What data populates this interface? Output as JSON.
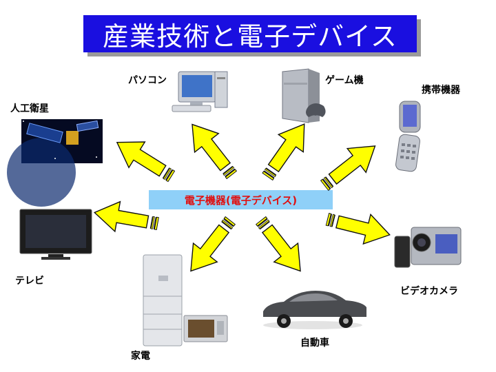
{
  "title": "産業技術と電子デバイス",
  "center_label": "電子機器(電子デバイス)",
  "devices": {
    "satellite": "人工衛星",
    "pc": "パソコン",
    "game": "ゲーム機",
    "phone": "携帯機器",
    "tv": "テレビ",
    "appliance": "家電",
    "car": "自動車",
    "camera": "ビデオカメラ"
  },
  "colors": {
    "title_bg": "#1a0fe0",
    "center_bg": "#8fd0f8",
    "center_text": "#e01010",
    "arrow": "#ffff00"
  }
}
